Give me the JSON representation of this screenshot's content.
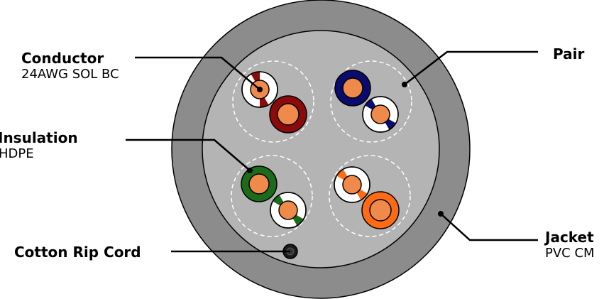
{
  "labels": {
    "conductor": {
      "title": "Conductor",
      "sub": "24AWG SOL BC"
    },
    "insulation": {
      "title": "Insulation",
      "sub": "HDPE"
    },
    "rip_cord": {
      "title": "Cotton Rip Cord"
    },
    "pair": {
      "title": "Pair"
    },
    "jacket": {
      "title": "Jacket",
      "sub": "PVC CM"
    }
  },
  "colors": {
    "jacket_outer": "#8c8c8c",
    "jacket_inner": "#b4b4b4",
    "conductor": "#f08a4b",
    "brown": "#8b0a0a",
    "blue": "#0b0b6e",
    "green": "#1b6b1b",
    "orange": "#ff6a14",
    "rip_cord": "#1a1a1a"
  },
  "pairs": [
    {
      "name": "brown",
      "color": "#8b0a0a"
    },
    {
      "name": "blue",
      "color": "#0b0b6e"
    },
    {
      "name": "green",
      "color": "#1b6b1b"
    },
    {
      "name": "orange",
      "color": "#ff6a14"
    }
  ]
}
